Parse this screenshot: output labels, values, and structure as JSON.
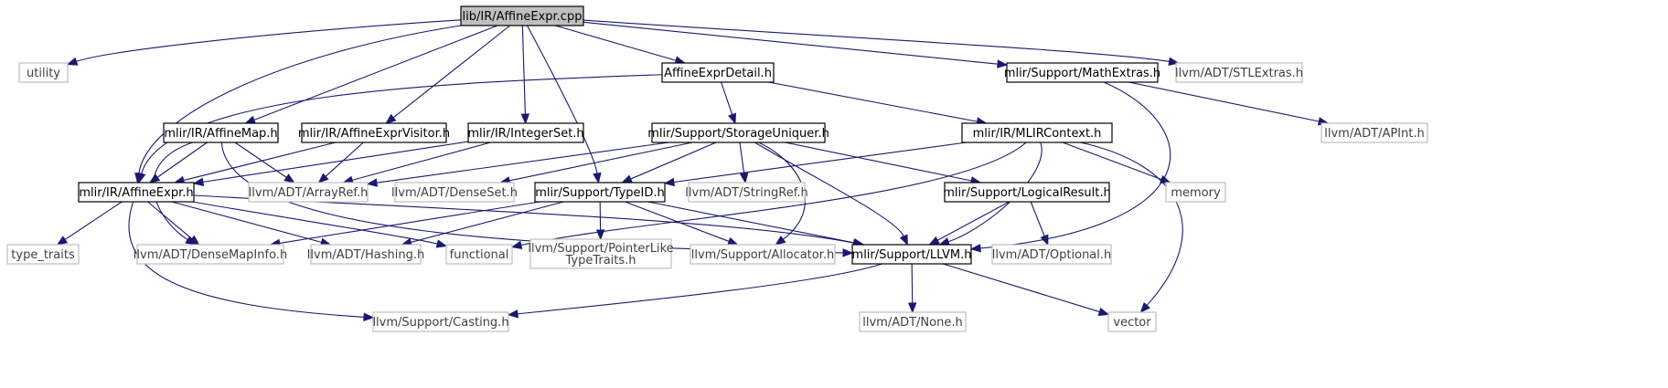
{
  "colors": {
    "edge": "#191970",
    "root_fill": "#bfbfbf",
    "root_border": "#000000",
    "local_border": "#000000",
    "system_border": "#bfbfbf",
    "external_text": "#3f3f3f",
    "text": "#000000"
  },
  "nodes": [
    {
      "id": "root",
      "kind": "root",
      "label": "lib/IR/AffineExpr.cpp"
    },
    {
      "id": "utility",
      "kind": "system",
      "label": "utility"
    },
    {
      "id": "affinemap",
      "kind": "local",
      "label": "mlir/IR/AffineMap.h"
    },
    {
      "id": "affineexprvisitor",
      "kind": "local",
      "label": "mlir/IR/AffineExprVisitor.h"
    },
    {
      "id": "integerset",
      "kind": "local",
      "label": "mlir/IR/IntegerSet.h"
    },
    {
      "id": "affineexprdetail",
      "kind": "local",
      "label": "AffineExprDetail.h"
    },
    {
      "id": "mathextras",
      "kind": "local",
      "label": "mlir/Support/MathExtras.h"
    },
    {
      "id": "stlextras",
      "kind": "system",
      "label": "llvm/ADT/STLExtras.h"
    },
    {
      "id": "storageuniquer",
      "kind": "local",
      "label": "mlir/Support/StorageUniquer.h"
    },
    {
      "id": "mlircontext",
      "kind": "local",
      "label": "mlir/IR/MLIRContext.h"
    },
    {
      "id": "apint",
      "kind": "system",
      "label": "llvm/ADT/APInt.h"
    },
    {
      "id": "affineexpr",
      "kind": "local",
      "label": "mlir/IR/AffineExpr.h"
    },
    {
      "id": "arrayref",
      "kind": "system",
      "label": "llvm/ADT/ArrayRef.h"
    },
    {
      "id": "denseset",
      "kind": "system",
      "label": "llvm/ADT/DenseSet.h"
    },
    {
      "id": "typeid",
      "kind": "local",
      "label": "mlir/Support/TypeID.h"
    },
    {
      "id": "stringref",
      "kind": "system",
      "label": "llvm/ADT/StringRef.h"
    },
    {
      "id": "logicalresult",
      "kind": "local",
      "label": "mlir/Support/LogicalResult.h"
    },
    {
      "id": "memory",
      "kind": "system",
      "label": "memory"
    },
    {
      "id": "type_traits",
      "kind": "system",
      "label": "type_traits"
    },
    {
      "id": "densemapinfo",
      "kind": "system",
      "label": "llvm/ADT/DenseMapInfo.h"
    },
    {
      "id": "hashing",
      "kind": "system",
      "label": "llvm/ADT/Hashing.h"
    },
    {
      "id": "functional",
      "kind": "system",
      "label": "functional"
    },
    {
      "id": "pointerlike",
      "kind": "system",
      "label": "llvm/Support/PointerLike\nTypeTraits.h"
    },
    {
      "id": "allocator",
      "kind": "system",
      "label": "llvm/Support/Allocator.h"
    },
    {
      "id": "llvm_h",
      "kind": "local",
      "label": "mlir/Support/LLVM.h"
    },
    {
      "id": "optional",
      "kind": "system",
      "label": "llvm/ADT/Optional.h"
    },
    {
      "id": "casting",
      "kind": "system",
      "label": "llvm/Support/Casting.h"
    },
    {
      "id": "none",
      "kind": "system",
      "label": "llvm/ADT/None.h"
    },
    {
      "id": "vector",
      "kind": "system",
      "label": "vector"
    }
  ],
  "edges": [
    [
      "root",
      "utility"
    ],
    [
      "root",
      "affinemap"
    ],
    [
      "root",
      "affineexprvisitor"
    ],
    [
      "root",
      "integerset"
    ],
    [
      "root",
      "affineexprdetail"
    ],
    [
      "root",
      "mathextras"
    ],
    [
      "root",
      "stlextras"
    ],
    [
      "root",
      "affineexpr"
    ],
    [
      "root",
      "typeid"
    ],
    [
      "affineexprdetail",
      "affineexpr"
    ],
    [
      "affineexprdetail",
      "storageuniquer"
    ],
    [
      "affineexprdetail",
      "mlircontext"
    ],
    [
      "mathextras",
      "apint"
    ],
    [
      "mathextras",
      "llvm_h"
    ],
    [
      "affinemap",
      "affineexpr"
    ],
    [
      "affinemap",
      "arrayref"
    ],
    [
      "affinemap",
      "densemapinfo"
    ],
    [
      "affinemap",
      "llvm_h"
    ],
    [
      "affineexprvisitor",
      "affineexpr"
    ],
    [
      "affineexprvisitor",
      "arrayref"
    ],
    [
      "integerset",
      "affineexpr"
    ],
    [
      "integerset",
      "arrayref"
    ],
    [
      "storageuniquer",
      "arrayref"
    ],
    [
      "storageuniquer",
      "denseset"
    ],
    [
      "storageuniquer",
      "typeid"
    ],
    [
      "storageuniquer",
      "stringref"
    ],
    [
      "storageuniquer",
      "logicalresult"
    ],
    [
      "storageuniquer",
      "allocator"
    ],
    [
      "storageuniquer",
      "llvm_h"
    ],
    [
      "mlircontext",
      "typeid"
    ],
    [
      "mlircontext",
      "functional"
    ],
    [
      "mlircontext",
      "memory"
    ],
    [
      "mlircontext",
      "vector"
    ],
    [
      "mlircontext",
      "llvm_h"
    ],
    [
      "affineexpr",
      "type_traits"
    ],
    [
      "affineexpr",
      "densemapinfo"
    ],
    [
      "affineexpr",
      "hashing"
    ],
    [
      "affineexpr",
      "functional"
    ],
    [
      "affineexpr",
      "casting"
    ],
    [
      "affineexpr",
      "llvm_h"
    ],
    [
      "typeid",
      "densemapinfo"
    ],
    [
      "typeid",
      "hashing"
    ],
    [
      "typeid",
      "pointerlike"
    ],
    [
      "typeid",
      "allocator"
    ],
    [
      "typeid",
      "llvm_h"
    ],
    [
      "logicalresult",
      "llvm_h"
    ],
    [
      "logicalresult",
      "optional"
    ],
    [
      "llvm_h",
      "casting"
    ],
    [
      "llvm_h",
      "none"
    ],
    [
      "llvm_h",
      "vector"
    ]
  ]
}
